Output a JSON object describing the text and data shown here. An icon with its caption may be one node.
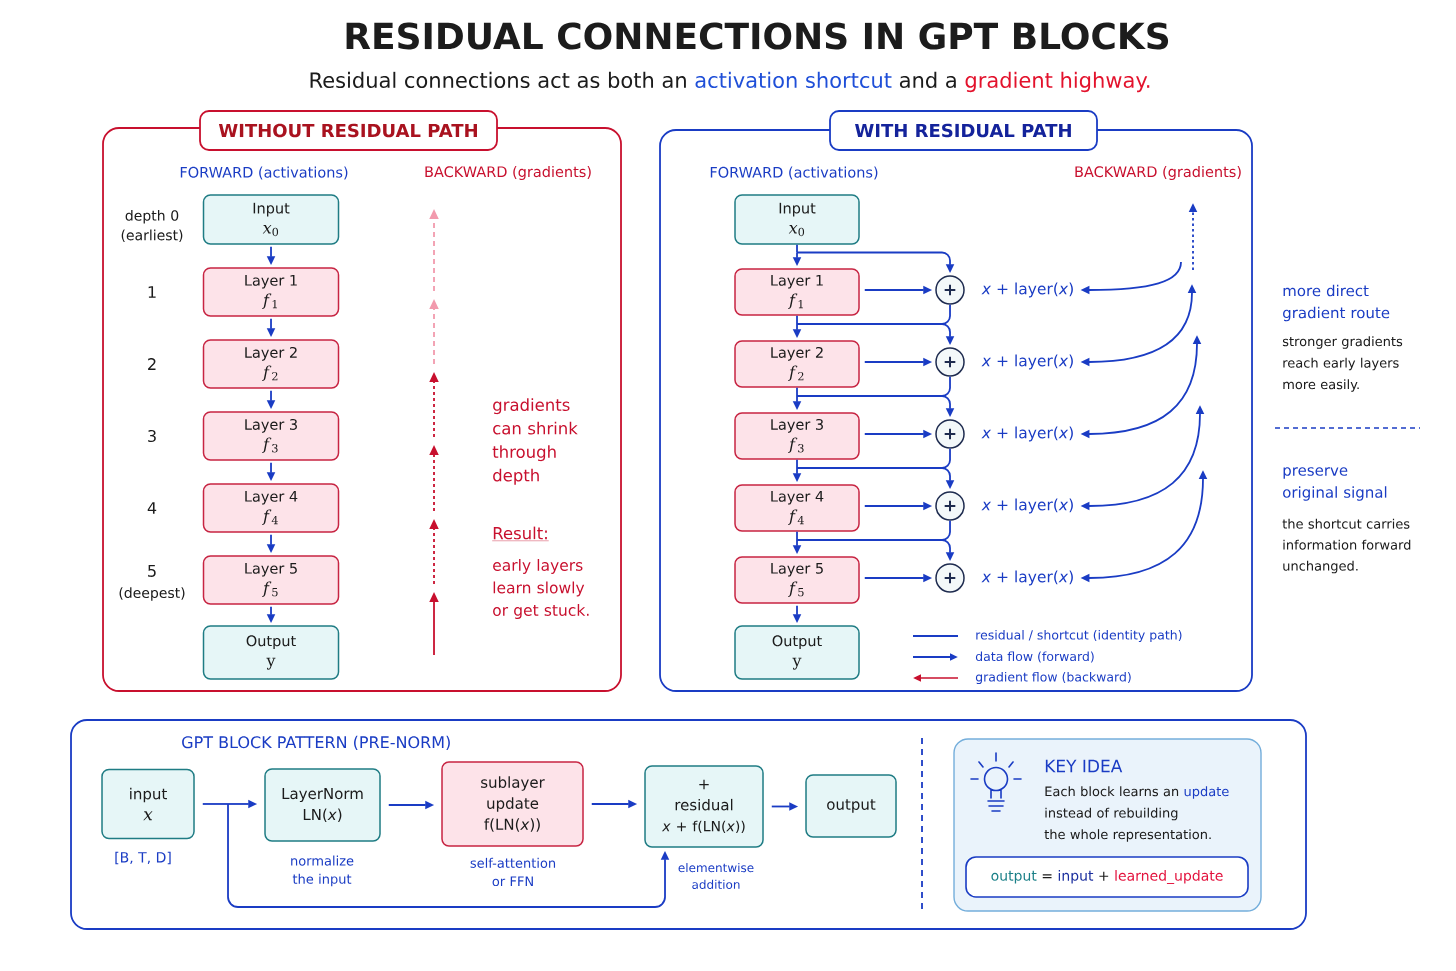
{
  "diagram": {
    "title": "RESIDUAL CONNECTIONS IN GPT BLOCKS",
    "nodes": [
      {
        "text": [
          "WITHOUT RESIDUAL PATH"
        ]
      },
      {
        "text": [
          "Input",
          "*x*$_{0}$"
        ],
        "in": 0,
        "beside": [
          "depth 0 (earliest)"
        ]
      },
      {
        "text": [
          "Layer 1",
          "*f*$_{1}$"
        ],
        "in": 0,
        "beside": [
          "1"
        ]
      },
      {
        "text": [
          "Layer 2",
          "*f*$_{2}$"
        ],
        "in": 0,
        "beside": [
          "2"
        ]
      },
      {
        "text": [
          "Layer 3",
          "*f*$_{3}$"
        ],
        "in": 0,
        "beside": [
          "3"
        ]
      },
      {
        "text": [
          "Layer 4",
          "*f*$_{4}$"
        ],
        "in": 0,
        "beside": [
          "4"
        ]
      },
      {
        "text": [
          "Layer 5",
          "*f*$_{5}$"
        ],
        "in": 0,
        "beside": [
          "5",
          "(deepest)"
        ]
      },
      {
        "text": [
          "Output",
          "y"
        ],
        "in": 0
      },
      {
        "text": [
          "WITH RESIDUAL PATH"
        ]
      },
      {
        "text": [
          "Input",
          "*x*$_{0}$"
        ],
        "in": 8
      },
      {
        "text": [
          "Layer 1",
          "*f*$_{1}$"
        ],
        "in": 8
      },
      {
        "text": [
          "Layer 2",
          "*f*$_{2}$"
        ],
        "in": 8
      },
      {
        "text": [
          "Layer 3",
          "*f*$_{3}$"
        ],
        "in": 8
      },
      {
        "text": [
          "Layer 4",
          "*f*$_{4}$"
        ],
        "in": 8
      },
      {
        "text": [
          "Layer 5",
          "*f*$_{5}$"
        ],
        "in": 8
      },
      {
        "text": [
          "Output",
          "y"
        ],
        "in": 8
      },
      {
        "text": [
          "+"
        ],
        "in": 8
      },
      {
        "text": [
          "+"
        ],
        "in": 8
      },
      {
        "text": [
          "+"
        ],
        "in": 8
      },
      {
        "text": [
          "+"
        ],
        "in": 8
      },
      {
        "text": [
          "+"
        ],
        "in": 8
      },
      {
        "text": [
          "*x* + layer(*x*)"
        ],
        "in": 8
      },
      {
        "text": [
          "*x* + layer(*x*)"
        ],
        "in": 8
      },
      {
        "text": [
          "*x* + layer(*x*)"
        ],
        "in": 8
      },
      {
        "text": [
          "*x* + layer(*x*)"
        ],
        "in": 8
      },
      {
        "text": [
          "*x* + layer(*x*)"
        ],
        "in": 8
      },
      {
        "text": [
          "GPT BLOCK PATTERN (PRE-NORM)"
        ]
      },
      {
        "text": [
          "input",
          "x"
        ],
        "in": 26,
        "beside": [
          "[B, T, D]"
        ]
      },
      {
        "text": [
          "LayerNorm",
          "LN(*x*)"
        ],
        "in": 26,
        "beside": [
          "normalize the input"
        ]
      },
      {
        "text": [
          "sublayer update",
          "f(LN(*x*))"
        ],
        "in": 26,
        "beside": [
          "self-attention or FFN"
        ]
      },
      {
        "text": [
          "+",
          "residual",
          "*x* + f(LN(*x*))"
        ],
        "in": 26,
        "beside": [
          "elementwise addition"
        ]
      },
      {
        "text": [
          "output"
        ],
        "in": 26
      },
      {
        "text": [
          "KEY IDEA",
          "Each block learns an update instead of rebuilding the whole representation."
        ],
        "in": 26
      },
      {
        "text": [
          "output = input + learned_update"
        ],
        "in": 32
      }
    ],
    "edges": [
      {
        "from": 1,
        "to": 2,
        "arrow": "to"
      },
      {
        "from": 2,
        "to": 3,
        "arrow": "to"
      },
      {
        "from": 3,
        "to": 4,
        "arrow": "to"
      },
      {
        "from": 4,
        "to": 5,
        "arrow": "to"
      },
      {
        "from": 5,
        "to": 6,
        "arrow": "to"
      },
      {
        "from": 6,
        "to": 7,
        "arrow": "to"
      },
      {
        "from": 9,
        "to": 10,
        "arrow": "to"
      },
      {
        "from": 9,
        "to": 16,
        "arrow": "to"
      },
      {
        "from": 10,
        "to": 16,
        "arrow": "to"
      },
      {
        "from": 10,
        "to": 11,
        "arrow": "to"
      },
      {
        "from": 10,
        "to": 17,
        "arrow": "to"
      },
      {
        "from": 16,
        "to": 11,
        "arrow": "to"
      },
      {
        "from": 16,
        "to": 17,
        "arrow": "to"
      },
      {
        "from": 11,
        "to": 17,
        "arrow": "to"
      },
      {
        "from": 11,
        "to": 12,
        "arrow": "to"
      },
      {
        "from": 11,
        "to": 18,
        "arrow": "to"
      },
      {
        "from": 17,
        "to": 12,
        "arrow": "to"
      },
      {
        "from": 17,
        "to": 18,
        "arrow": "to"
      },
      {
        "from": 12,
        "to": 18,
        "arrow": "to"
      },
      {
        "from": 12,
        "to": 13,
        "arrow": "to"
      },
      {
        "from": 12,
        "to": 19,
        "arrow": "to"
      },
      {
        "from": 18,
        "to": 13,
        "arrow": "to"
      },
      {
        "from": 18,
        "to": 19,
        "arrow": "to"
      },
      {
        "from": 13,
        "to": 19,
        "arrow": "to"
      },
      {
        "from": 13,
        "to": 14,
        "arrow": "to"
      },
      {
        "from": 13,
        "to": 20,
        "arrow": "to"
      },
      {
        "from": 19,
        "to": 14,
        "arrow": "to"
      },
      {
        "from": 19,
        "to": 20,
        "arrow": "to"
      },
      {
        "from": 14,
        "to": 20,
        "arrow": "to"
      },
      {
        "from": 14,
        "to": 15,
        "arrow": "to"
      },
      {
        "from": null,
        "to": 21,
        "arrow": "to"
      },
      {
        "from": null,
        "to": 22,
        "arrow": "both"
      },
      {
        "from": null,
        "to": 23,
        "arrow": "both"
      },
      {
        "from": null,
        "to": 24,
        "arrow": "both"
      },
      {
        "from": null,
        "to": 25,
        "arrow": "both"
      },
      {
        "from": 27,
        "to": 28,
        "arrow": "to"
      },
      {
        "from": 28,
        "to": 29,
        "arrow": "to"
      },
      {
        "from": 29,
        "to": 30,
        "arrow": "to"
      },
      {
        "from": 30,
        "to": 31,
        "arrow": "to"
      },
      {
        "from": 27,
        "to": 30,
        "arrow": "to"
      }
    ],
    "labels": [
      "Residual connections act as both an activation shortcut and a gradient highway.",
      "FORWARD (activations)",
      "BACKWARD (gradients)",
      "gradients can shrink through depth",
      "Result:",
      "early layers learn slowly or get stuck.",
      "FORWARD (activations)",
      "BACKWARD (gradients)",
      "more direct gradient route",
      "stronger gradients reach early layers more easily.",
      "preserve original signal",
      "the shortcut carries information forward unchanged."
    ],
    "legend": [
      {
        "text": "residual / shortcut (identity path)"
      },
      {
        "text": "data flow (forward)"
      },
      {
        "text": "gradient flow (backward)"
      }
    ]
  }
}
